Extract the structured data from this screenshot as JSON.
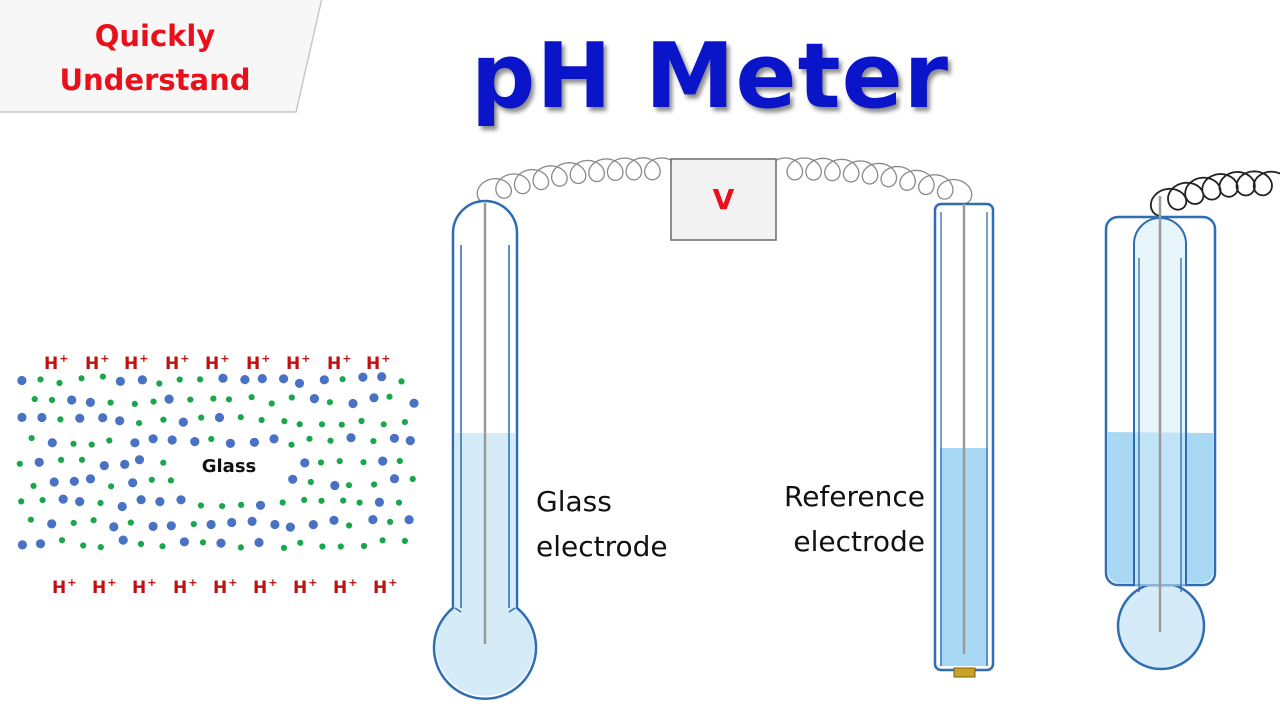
{
  "badge": {
    "line1": "Quickly",
    "line2": "Understand"
  },
  "title": "pH Meter",
  "voltmeter_label": "V",
  "glass_membrane_label": "Glass",
  "ion_symbol": "H",
  "ion_charge": "+",
  "glass_electrode_label": {
    "line1": "Glass",
    "line2": "electrode"
  },
  "reference_electrode_label": {
    "line1": "Reference",
    "line2": "electrode"
  },
  "colors": {
    "title": "#0a14c8",
    "badge_text": "#e8111b",
    "ion_text": "#c01010",
    "electrode_outline": "#2e6db4",
    "solution_light": "#d5ecf8",
    "solution_dark": "#a8d8f3",
    "dot_blue": "#4a72c4",
    "dot_green": "#1aa64b",
    "reference_plug": "#c9a227"
  }
}
